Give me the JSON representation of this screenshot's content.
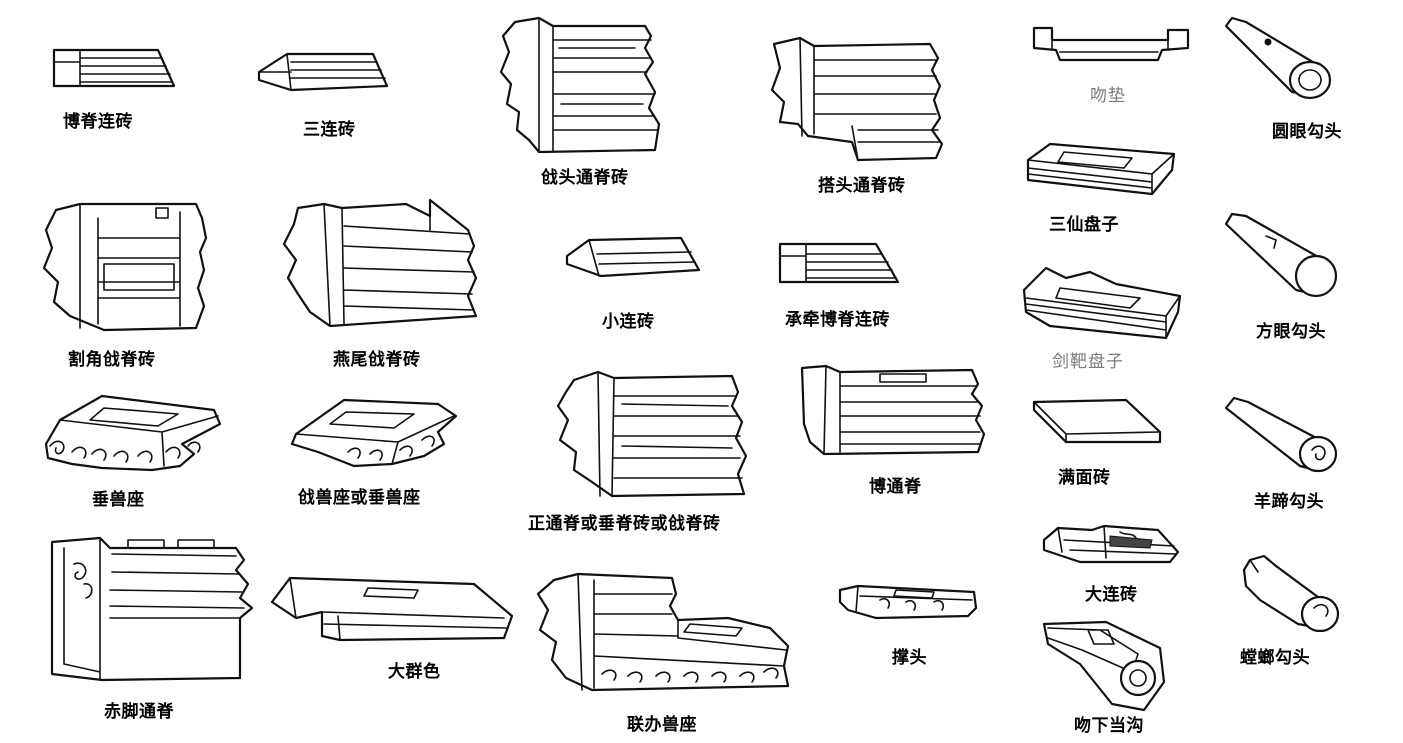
{
  "labels": {
    "boji_lianzhuan": "博脊连砖",
    "san_lianzhuan": "三连砖",
    "jiantou_tongjizhuan": "戗头通脊砖",
    "datou_tongjizhuan": "搭头通脊砖",
    "mingdian_faint": "吻垫",
    "yuanyan_goutou": "圆眼勾头",
    "sanxian_panzi": "三仙盘子",
    "gejiao_jianjizhuan": "割角戗脊砖",
    "yanwei_jianjizhuan": "燕尾戗脊砖",
    "xiao_lianzhuan": "小连砖",
    "chengqian_boji_lianzhuan": "承牵博脊连砖",
    "fangyan_goutou": "方眼勾头",
    "jianjiao_panzi_faint": "剑靶盘子",
    "chuishouzuo": "垂兽座",
    "jianshouzuo_huo_chuishouzuo": "戗兽座或垂兽座",
    "zhengtongji_huo": "正通脊或垂脊砖或戗脊砖",
    "botongji": "博通脊",
    "manmianzhuan": "满面砖",
    "yangti_goutou": "羊蹄勾头",
    "chijiao_tongji": "赤脚通脊",
    "da_qunse": "大群色",
    "lianban_shouzuo": "联办兽座",
    "chengtou": "撑头",
    "da_lianzhuan": "大连砖",
    "tanglang_goutou": "螳螂勾头",
    "wenxia_danggou": "吻下当沟"
  }
}
